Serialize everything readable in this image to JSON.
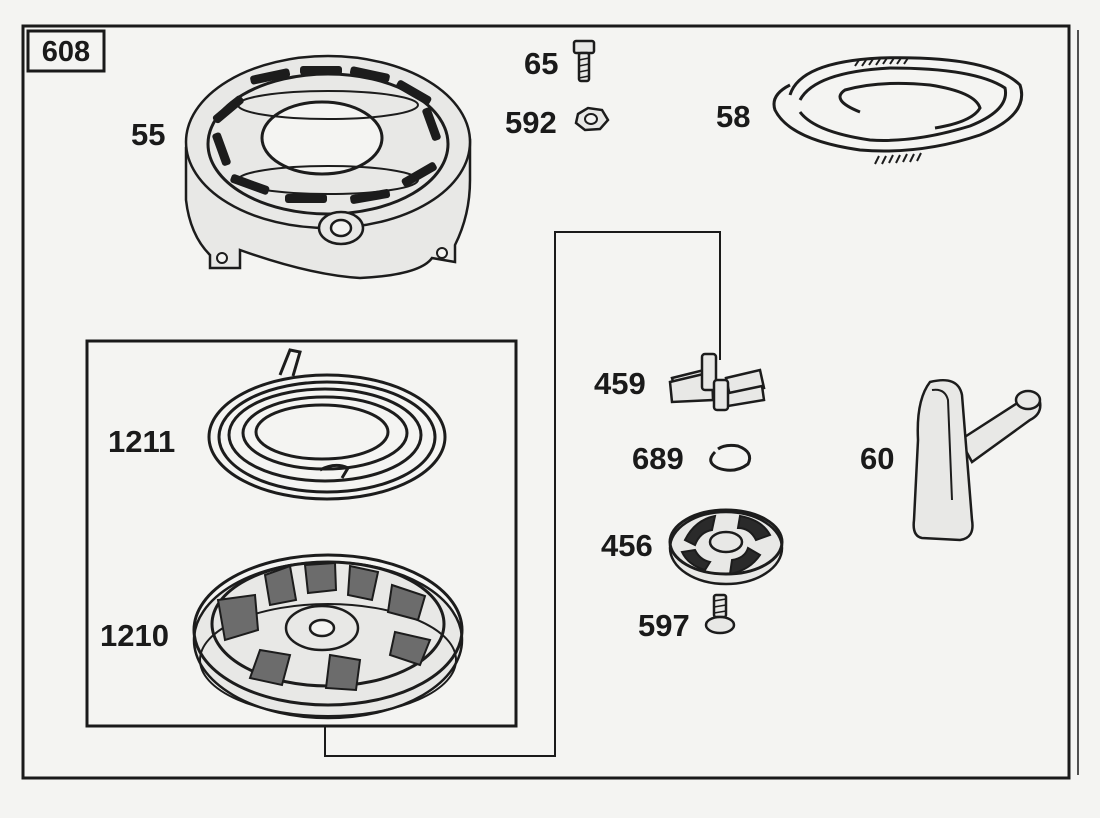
{
  "diagram": {
    "assembly_code": "608",
    "parts": {
      "p55": "55",
      "p65": "65",
      "p592": "592",
      "p58": "58",
      "p459": "459",
      "p689": "689",
      "p456": "456",
      "p597": "597",
      "p60": "60",
      "p1211": "1211",
      "p1210": "1210"
    }
  }
}
